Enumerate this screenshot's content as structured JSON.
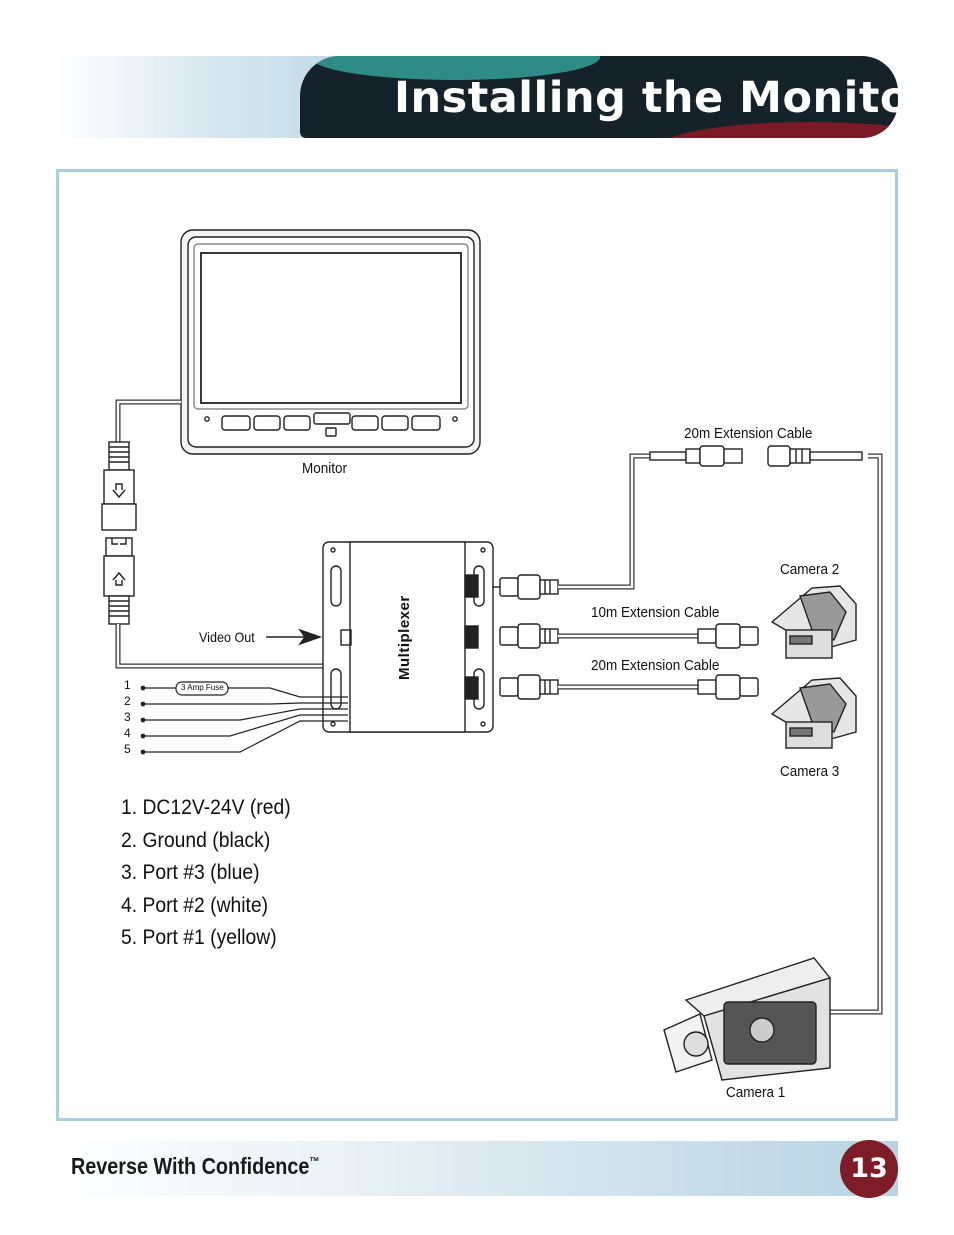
{
  "header": {
    "title": "Installing the Monitor"
  },
  "labels": {
    "monitor": "Monitor",
    "video_out": "Video Out",
    "multiplexer": "Multiplexer",
    "fuse": "3 Amp Fuse",
    "ext_top": "20m Extension Cable",
    "ext_mid": "10m Extension Cable",
    "ext_bot": "20m Extension Cable",
    "camera1": "Camera 1",
    "camera2": "Camera 2",
    "camera3": "Camera 3"
  },
  "pins": [
    "1",
    "2",
    "3",
    "4",
    "5"
  ],
  "legend": [
    "1. DC12V-24V (red)",
    "2. Ground (black)",
    "3. Port #3 (blue)",
    "4. Port #2 (white)",
    "5. Port #1 (yellow)"
  ],
  "footer": {
    "brand": "Reverse With Confidence",
    "trademark": "™",
    "page": "13"
  },
  "colors": {
    "header_dark": "#162229",
    "teal": "#2f8b86",
    "maroon": "#7e1d27",
    "frame": "#a9cfdc"
  }
}
